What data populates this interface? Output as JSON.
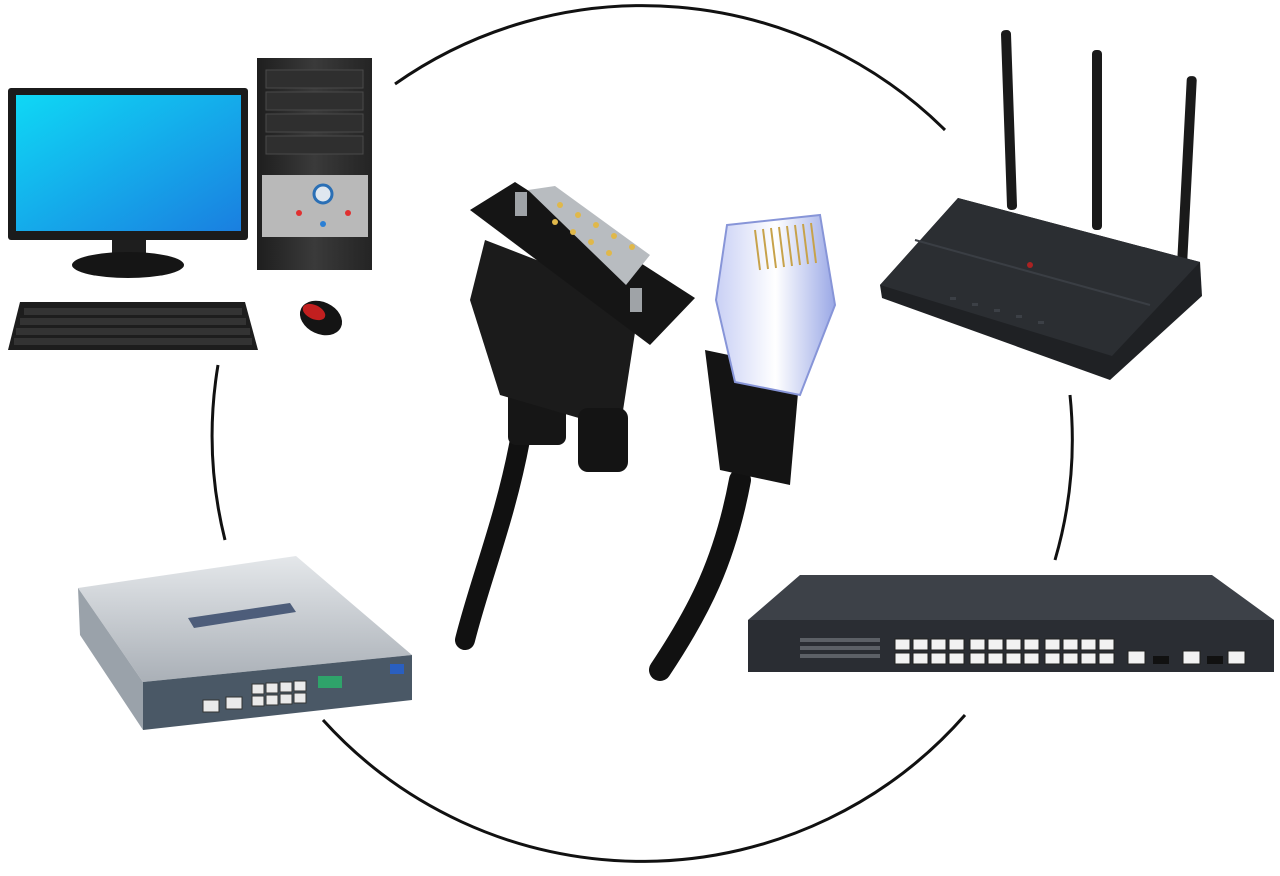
{
  "image": {
    "subject": "cable-compatibility-illustration",
    "background": "#ffffff",
    "accent_colors": {
      "monitor_screen": "#17a3e6",
      "case_dark": "#2b2b2b",
      "cable_black": "#111111",
      "connector_blue": "#7a8fe0",
      "mouse_red": "#c21f1f",
      "router_silver": "#c9ced4",
      "router_panel": "#4a5a6a"
    }
  },
  "devices": [
    {
      "id": "desktop-computer",
      "icon": "desktop-computer-icon"
    },
    {
      "id": "wifi-router",
      "icon": "wifi-router-icon"
    },
    {
      "id": "business-router",
      "icon": "business-router-icon"
    },
    {
      "id": "network-switch",
      "icon": "network-switch-icon"
    }
  ],
  "center": {
    "connectors": [
      {
        "id": "db9-serial",
        "icon": "db9-connector-icon"
      },
      {
        "id": "rj45-ethernet",
        "icon": "rj45-connector-icon"
      }
    ]
  }
}
